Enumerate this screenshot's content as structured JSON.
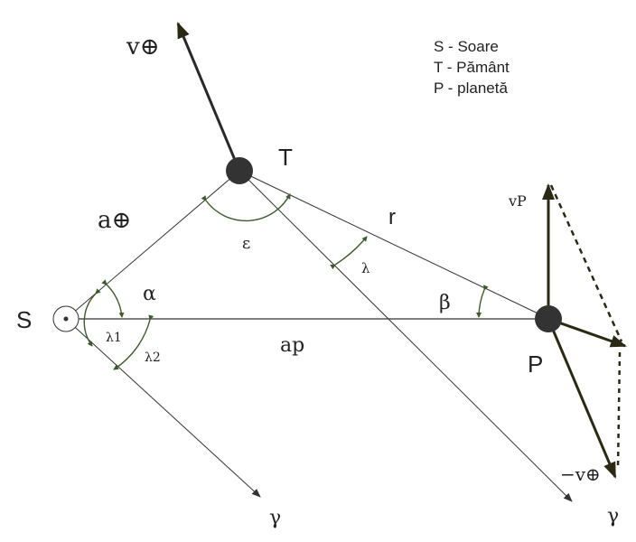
{
  "legend": [
    "S - Soare",
    "T - Pământ",
    "P - planetă"
  ],
  "points": {
    "S": "S",
    "T": "T",
    "P": "P"
  },
  "labels": {
    "v_earth": "v⊕",
    "v_planet": "vP",
    "minus_v_earth": "−v⊕",
    "a_earth": "a⊕",
    "a_planet": "ap",
    "r": "r",
    "epsilon": "ε",
    "lambda": "λ",
    "alpha": "α",
    "beta": "β",
    "lambda1": "λ1",
    "lambda2": "λ2",
    "gamma_left": "γ",
    "gamma_right": "γ"
  },
  "colors": {
    "line": "#333333",
    "vector": "#2a2a14",
    "node": "#333333",
    "angle_arc": "#3d5a2a"
  }
}
